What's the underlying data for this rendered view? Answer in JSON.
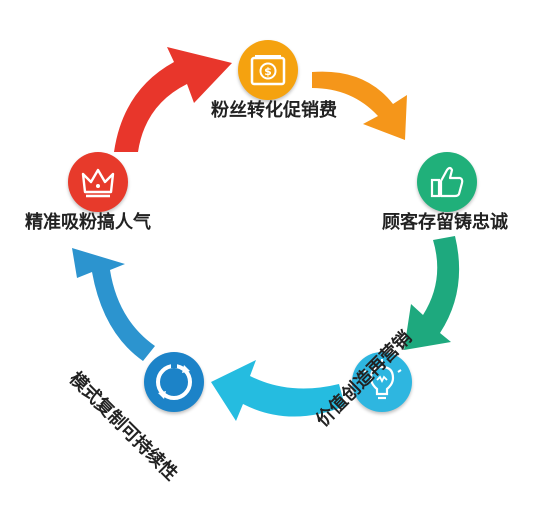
{
  "cycle": {
    "steps": [
      {
        "label": "粉丝转化促销费",
        "icon": "money-icon",
        "color": "#F5A20F"
      },
      {
        "label": "顾客存留铸忠诚",
        "icon": "thumbs-up-icon",
        "color": "#20B07A"
      },
      {
        "label": "价值创造再营销",
        "icon": "lightbulb-icon",
        "color": "#2EB6E0"
      },
      {
        "label": "模式复制可持续性",
        "icon": "refresh-icon",
        "color": "#1C83C8"
      },
      {
        "label": "精准吸粉搞人气",
        "icon": "crown-icon",
        "color": "#E73A2B"
      }
    ],
    "arrow_colors": [
      "#F5961A",
      "#1EA97E",
      "#25BCE0",
      "#2C94CF",
      "#E8362B"
    ]
  }
}
